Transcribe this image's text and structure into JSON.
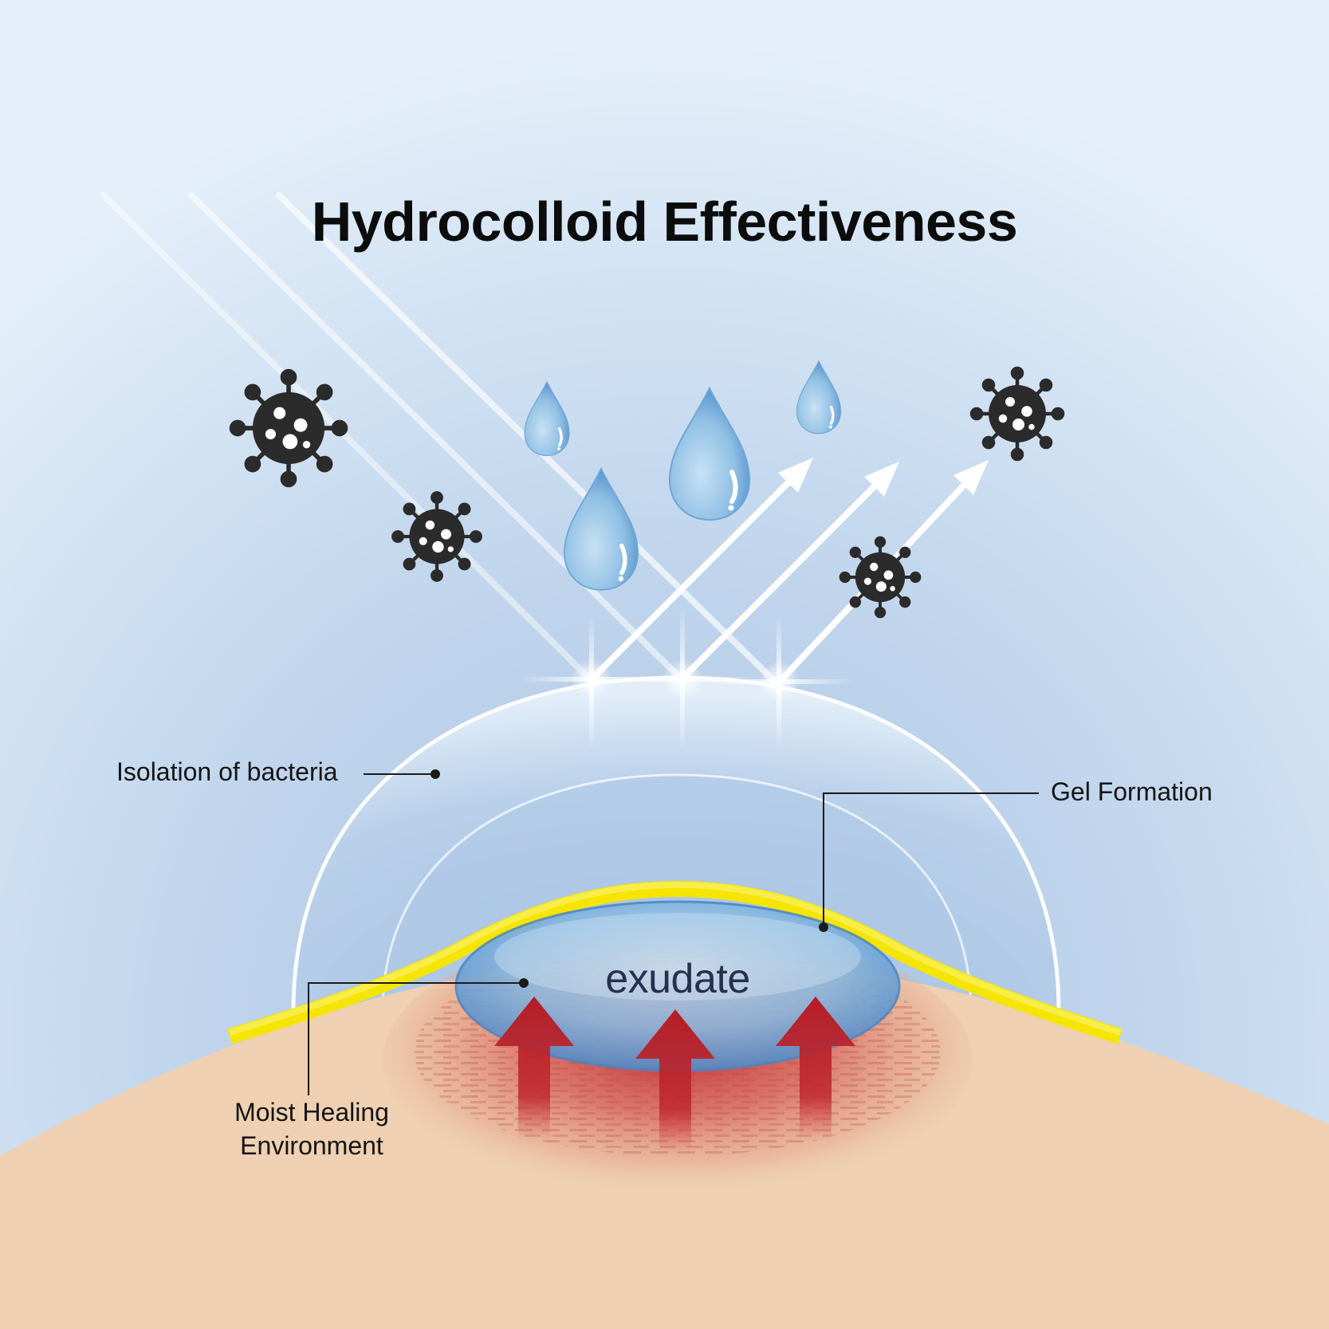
{
  "title": "Hydrocolloid Effectiveness",
  "labels": {
    "isolation": "Isolation of bacteria",
    "gel_formation": "Gel Formation",
    "moist_healing": "Moist Healing Environment",
    "exudate": "exudate"
  },
  "icons": [
    "bacteria-icon",
    "water-drop-icon",
    "light-ray",
    "reflection-arrow",
    "exudate-arrow"
  ],
  "colors": {
    "background": "#dde9f6",
    "skin": "#efd0b2",
    "hydrocolloid_layer": "#f5e500",
    "exudate_gel": "#79aed9",
    "wound": "#c02a30",
    "exudate_arrow": "#b51c25",
    "bacteria": "#2b2b2b",
    "droplet": "#8dbfe3"
  }
}
